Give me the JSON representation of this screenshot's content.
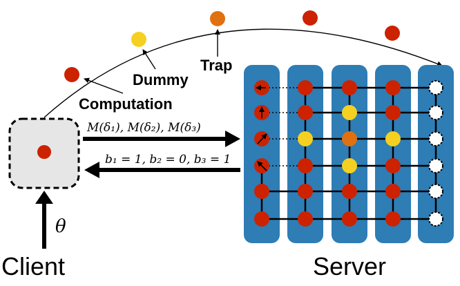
{
  "labels": {
    "computation": "Computation",
    "dummy": "Dummy",
    "trap": "Trap",
    "client": "Client",
    "server": "Server",
    "theta": "θ",
    "forward_message": "M(δ₁), M(δ₂), M(δ₃)",
    "return_message": "b₁ = 1, b₂ = 0, b₃ = 1"
  },
  "colors": {
    "computation": "#cc2200",
    "dummy": "#f5d020",
    "trap": "#e07010",
    "column": "#2e7db5",
    "client_box": "#e6e6e6"
  },
  "grid": {
    "cols": 5,
    "rows": 6,
    "cells": [
      [
        "computation",
        "computation",
        "computation",
        "computation",
        "open"
      ],
      [
        "computation",
        "computation",
        "dummy",
        "computation",
        "open"
      ],
      [
        "computation",
        "dummy",
        "trap",
        "dummy",
        "open"
      ],
      [
        "computation",
        "computation",
        "dummy",
        "computation",
        "open"
      ],
      [
        "computation",
        "computation",
        "computation",
        "computation",
        "open"
      ],
      [
        "computation",
        "computation",
        "computation",
        "computation",
        "open"
      ]
    ]
  }
}
